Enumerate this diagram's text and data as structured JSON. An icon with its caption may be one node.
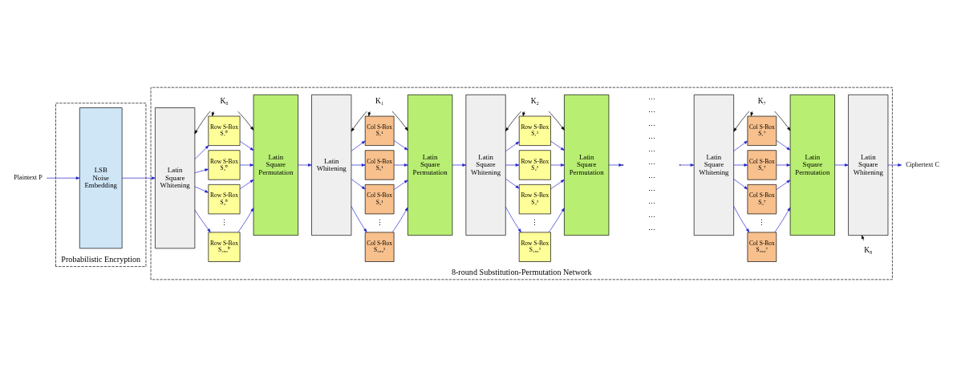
{
  "diagram": {
    "nodes": [
      {
        "text": [
          "Plaintext P"
        ]
      },
      {
        "text": [
          "Probabilistic Encryption"
        ]
      },
      {
        "text": [
          "LSB Noise Embedding"
        ],
        "in": 1
      },
      {
        "text": [
          "8-round Substitution-Permutation Network"
        ]
      },
      {
        "text": [
          "K₀"
        ],
        "in": 3
      },
      {
        "text": [
          "Latin Square Whitening"
        ],
        "in": 3
      },
      {
        "text": [
          "Row S-Box",
          "S₁⁰"
        ],
        "in": 3
      },
      {
        "text": [
          "Row S-Box",
          "S₂⁰"
        ],
        "in": 3
      },
      {
        "text": [
          "Row S-Box",
          "S₃⁰"
        ],
        "in": 3
      },
      {
        "text": [
          "Row S-Box",
          "S₂₅₆⁰"
        ],
        "in": 3
      },
      {
        "text": [
          "Latin Square Permutation"
        ],
        "in": 3
      },
      {
        "text": [
          "K₁"
        ],
        "in": 3
      },
      {
        "text": [
          "Latin Whitening"
        ],
        "in": 3
      },
      {
        "text": [
          "Col S-Box",
          "S₁¹"
        ],
        "in": 3
      },
      {
        "text": [
          "Col S-Box",
          "S₂¹"
        ],
        "in": 3
      },
      {
        "text": [
          "Col S-Box",
          "S₃¹"
        ],
        "in": 3
      },
      {
        "text": [
          "Col S-Box",
          "S₂₅₆¹"
        ],
        "in": 3
      },
      {
        "text": [
          "Latin Square Permutation"
        ],
        "in": 3
      },
      {
        "text": [
          "K₂"
        ],
        "in": 3
      },
      {
        "text": [
          "Latin Square Whitening"
        ],
        "in": 3
      },
      {
        "text": [
          "Row S-Box",
          "S₁²"
        ],
        "in": 3
      },
      {
        "text": [
          "Row S-Box",
          "S₂²"
        ],
        "in": 3
      },
      {
        "text": [
          "Row S-Box",
          "S₃²"
        ],
        "in": 3
      },
      {
        "text": [
          "Row S-Box",
          "S₂₅₆²"
        ],
        "in": 3
      },
      {
        "text": [
          "Latin Square Permutation"
        ],
        "in": 3
      },
      {
        "text": [
          "K₇"
        ],
        "in": 3
      },
      {
        "text": [
          "Latin Square Whitening"
        ],
        "in": 3
      },
      {
        "text": [
          "Col S-Box",
          "S₁⁷"
        ],
        "in": 3
      },
      {
        "text": [
          "Col S-Box",
          "S₂⁷"
        ],
        "in": 3
      },
      {
        "text": [
          "Col S-Box",
          "S₃⁷"
        ],
        "in": 3
      },
      {
        "text": [
          "Col S-Box",
          "S₂₅₆⁷"
        ],
        "in": 3
      },
      {
        "text": [
          "Latin Square Permutation"
        ],
        "in": 3
      },
      {
        "text": [
          "K₈"
        ],
        "in": 3
      },
      {
        "text": [
          "Latin Square Whitening"
        ],
        "in": 3
      },
      {
        "text": [
          "Ciphertext C"
        ]
      }
    ],
    "edges": [
      {
        "from": 0,
        "to": 2,
        "arrow": "to"
      },
      {
        "from": 2,
        "to": 5,
        "arrow": "to"
      },
      {
        "from": 4,
        "to": 5,
        "arrow": "to",
        "color": "#000000"
      },
      {
        "from": 4,
        "to": 6,
        "arrow": "to",
        "color": "#000000"
      },
      {
        "from": 4,
        "to": 10,
        "arrow": "to",
        "color": "#000000"
      },
      {
        "from": 5,
        "to": 6,
        "arrow": "to"
      },
      {
        "from": 5,
        "to": 7,
        "arrow": "to"
      },
      {
        "from": 5,
        "to": 8,
        "arrow": "to"
      },
      {
        "from": 5,
        "to": 9,
        "arrow": "to"
      },
      {
        "from": 6,
        "to": 10,
        "arrow": "to"
      },
      {
        "from": 7,
        "to": 10,
        "arrow": "to"
      },
      {
        "from": 8,
        "to": 10,
        "arrow": "to"
      },
      {
        "from": 9,
        "to": 10,
        "arrow": "to"
      },
      {
        "from": 10,
        "to": 12,
        "arrow": "to"
      },
      {
        "from": 11,
        "to": 12,
        "arrow": "to",
        "color": "#000000"
      },
      {
        "from": 11,
        "to": 13,
        "arrow": "to",
        "color": "#000000"
      },
      {
        "from": 11,
        "to": 17,
        "arrow": "to",
        "color": "#000000"
      },
      {
        "from": 12,
        "to": 13,
        "arrow": "to"
      },
      {
        "from": 12,
        "to": 14,
        "arrow": "to"
      },
      {
        "from": 12,
        "to": 15,
        "arrow": "to"
      },
      {
        "from": 12,
        "to": 16,
        "arrow": "to"
      },
      {
        "from": 13,
        "to": 17,
        "arrow": "to"
      },
      {
        "from": 14,
        "to": 17,
        "arrow": "to"
      },
      {
        "from": 15,
        "to": 17,
        "arrow": "to"
      },
      {
        "from": 16,
        "to": 17,
        "arrow": "to"
      },
      {
        "from": 17,
        "to": 19,
        "arrow": "to"
      },
      {
        "from": 18,
        "to": 19,
        "arrow": "to",
        "color": "#000000"
      },
      {
        "from": 18,
        "to": 20,
        "arrow": "to",
        "color": "#000000"
      },
      {
        "from": 18,
        "to": 24,
        "arrow": "to",
        "color": "#000000"
      },
      {
        "from": 19,
        "to": 20,
        "arrow": "to"
      },
      {
        "from": 19,
        "to": 21,
        "arrow": "to"
      },
      {
        "from": 19,
        "to": 22,
        "arrow": "to"
      },
      {
        "from": 19,
        "to": 23,
        "arrow": "to"
      },
      {
        "from": 20,
        "to": 24,
        "arrow": "to"
      },
      {
        "from": 21,
        "to": 24,
        "arrow": "to"
      },
      {
        "from": 22,
        "to": 24,
        "arrow": "to"
      },
      {
        "from": 23,
        "to": 24,
        "arrow": "to"
      },
      {
        "from": 24,
        "to": null,
        "arrow": "to"
      },
      {
        "from": null,
        "to": 26,
        "arrow": "to"
      },
      {
        "from": 25,
        "to": 26,
        "arrow": "to",
        "color": "#000000"
      },
      {
        "from": 25,
        "to": 27,
        "arrow": "to",
        "color": "#000000"
      },
      {
        "from": 25,
        "to": 31,
        "arrow": "to",
        "color": "#000000"
      },
      {
        "from": 26,
        "to": 27,
        "arrow": "to"
      },
      {
        "from": 26,
        "to": 28,
        "arrow": "to"
      },
      {
        "from": 26,
        "to": 29,
        "arrow": "to"
      },
      {
        "from": 26,
        "to": 30,
        "arrow": "to"
      },
      {
        "from": 27,
        "to": 31,
        "arrow": "to"
      },
      {
        "from": 28,
        "to": 31,
        "arrow": "to"
      },
      {
        "from": 29,
        "to": 31,
        "arrow": "to"
      },
      {
        "from": 30,
        "to": 31,
        "arrow": "to"
      },
      {
        "from": 31,
        "to": 33,
        "arrow": "to"
      },
      {
        "from": 32,
        "to": 33,
        "arrow": "to",
        "color": "#000000"
      },
      {
        "from": 33,
        "to": 34,
        "arrow": "to"
      }
    ],
    "labels": [
      "⋮",
      "⋮",
      "⋮",
      "⋯",
      "⋯",
      "⋯",
      "⋯",
      "⋯",
      "⋯",
      "⋯",
      "⋯",
      "⋯",
      "⋯",
      "⋯",
      "⋮"
    ]
  }
}
